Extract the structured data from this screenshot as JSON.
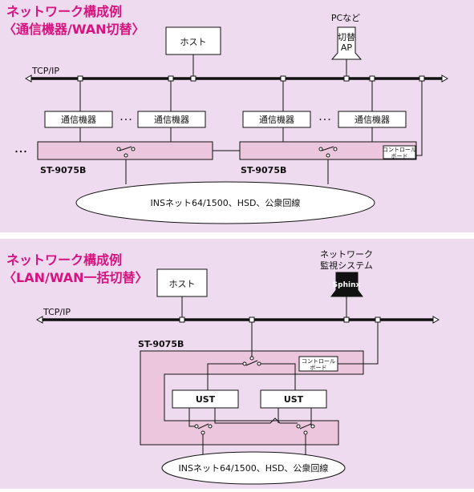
{
  "colors": {
    "panel_bg": "#efdbef",
    "accent_title": "#d6137f",
    "device_fill": "#ecc6dc",
    "line": "#111111",
    "white": "#ffffff"
  },
  "section1": {
    "title_line1": "ネットワーク構成例",
    "title_line2": "〈通信機器/WAN切替〉",
    "network_label": "TCP/IP",
    "host_label": "ホスト",
    "pc_label": "PCなど",
    "ap_label_line1": "切替",
    "ap_label_line2": "AP",
    "comm_device_label": "通信機器",
    "ellipsis": "･･･",
    "left_ellipsis": "･･･",
    "device_name": "ST-9075B",
    "control_board_line1": "コントロール",
    "control_board_line2": "ボード",
    "wan_label": "INSネット64/1500、HSD、公衆回線"
  },
  "section2": {
    "title_line1": "ネットワーク構成例",
    "title_line2": "〈LAN/WAN一括切替〉",
    "network_label": "TCP/IP",
    "host_label": "ホスト",
    "monitor_label_line1": "ネットワーク",
    "monitor_label_line2": "監視システム",
    "monitor_product": "Sphinx",
    "device_name": "ST-9075B",
    "control_board_line1": "コントロール",
    "control_board_line2": "ボード",
    "ust_label": "UST",
    "wan_label": "INSネット64/1500、HSD、公衆回線"
  }
}
